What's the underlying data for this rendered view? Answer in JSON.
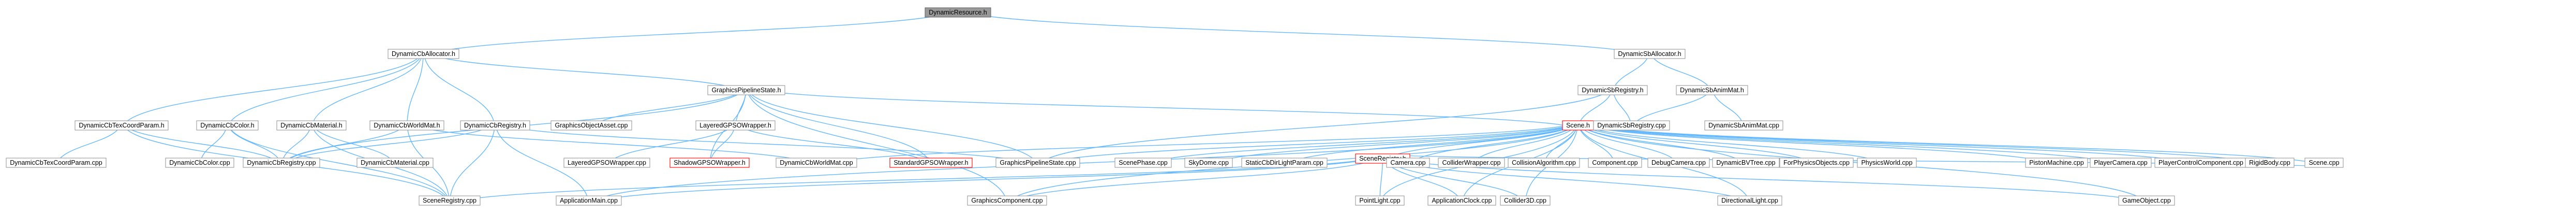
{
  "colors": {
    "edge": "#63b8ff",
    "node_border": "#999999",
    "root_fill": "#999999",
    "highlight_border": "#ff0000"
  },
  "nodes": {
    "dynamic_resource_h": "DynamicResource.h",
    "dynamic_cb_allocator_h": "DynamicCbAllocator.h",
    "dynamic_sb_allocator_h": "DynamicSbAllocator.h",
    "graphics_pipeline_state_h": "GraphicsPipelineState.h",
    "dynamic_sb_registry_h": "DynamicSbRegistry.h",
    "dynamic_sb_anim_mat_h": "DynamicSbAnimMat.h",
    "dynamic_cb_tex_coord_param_h": "DynamicCbTexCoordParam.h",
    "dynamic_cb_color_h": "DynamicCbColor.h",
    "dynamic_cb_material_h": "DynamicCbMaterial.h",
    "dynamic_cb_world_mat_h": "DynamicCbWorldMat.h",
    "dynamic_cb_registry_h": "DynamicCbRegistry.h",
    "graphics_object_asset_cpp": "GraphicsObjectAsset.cpp",
    "layered_gpso_wrapper_h": "LayeredGPSOWrapper.h",
    "scene_h": "Scene.h",
    "dynamic_sb_registry_cpp": "DynamicSbRegistry.cpp",
    "dynamic_sb_anim_mat_cpp": "DynamicSbAnimMat.cpp",
    "dynamic_cb_tex_coord_param_cpp": "DynamicCbTexCoordParam.cpp",
    "dynamic_cb_color_cpp": "DynamicCbColor.cpp",
    "dynamic_cb_registry_cpp": "DynamicCbRegistry.cpp",
    "dynamic_cb_material_cpp": "DynamicCbMaterial.cpp",
    "layered_gpso_wrapper_cpp": "LayeredGPSOWrapper.cpp",
    "shadow_gpso_wrapper_h": "ShadowGPSOWrapper.h",
    "dynamic_cb_world_mat_cpp": "DynamicCbWorldMat.cpp",
    "standard_gpso_wrapper_h": "StandardGPSOWrapper.h",
    "graphics_pipeline_state_cpp": "GraphicsPipelineState.cpp",
    "scene_phase_cpp": "ScenePhase.cpp",
    "sky_dome_cpp": "SkyDome.cpp",
    "static_cb_dir_light_param_cpp": "StaticCbDirLightParam.cpp",
    "scene_registry_h": "SceneRegistry.h",
    "camera_cpp": "Camera.cpp",
    "collider_wrapper_cpp": "ColliderWrapper.cpp",
    "collision_algorithm_cpp": "CollisionAlgorithm.cpp",
    "component_cpp": "Component.cpp",
    "debug_camera_cpp": "DebugCamera.cpp",
    "dynamic_bv_tree_cpp": "DynamicBVTree.cpp",
    "for_physics_objects_cpp": "ForPhysicsObjects.cpp",
    "physics_world_cpp": "PhysicsWorld.cpp",
    "piston_machine_cpp": "PistonMachine.cpp",
    "player_camera_cpp": "PlayerCamera.cpp",
    "player_control_component_cpp": "PlayerControlComponent.cpp",
    "rigid_body_cpp": "RigidBody.cpp",
    "scene_cpp": "Scene.cpp",
    "scene_registry_cpp": "SceneRegistry.cpp",
    "application_main_cpp": "ApplicationMain.cpp",
    "graphics_component_cpp": "GraphicsComponent.cpp",
    "point_light_cpp": "PointLight.cpp",
    "application_clock_cpp": "ApplicationClock.cpp",
    "collider3d_cpp": "Collider3D.cpp",
    "directional_light_cpp": "DirectionalLight.cpp",
    "game_object_cpp": "GameObject.cpp"
  }
}
